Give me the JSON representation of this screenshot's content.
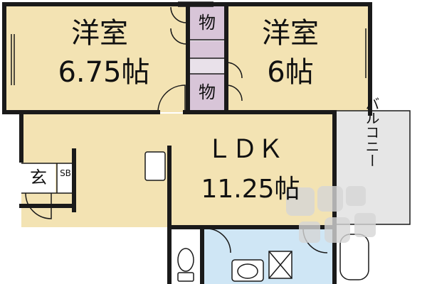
{
  "rooms": {
    "western_left": {
      "name": "洋室",
      "size": "6.75帖"
    },
    "western_right": {
      "name": "洋室",
      "size": "6帖"
    },
    "ldk": {
      "name": "ＬＤＫ",
      "size": "11.25帖"
    },
    "balcony": {
      "name": "バルコニー"
    },
    "entrance": {
      "name": "玄"
    },
    "shoe_box": {
      "name": "SB"
    },
    "closet_top": {
      "name": "物"
    },
    "closet_bottom": {
      "name": "物"
    }
  },
  "colors": {
    "room_fill": "#f3e3b3",
    "closet_fill": "#d8c5d8",
    "wet_fill": "#cfe6f5",
    "balcony_fill": "#e6e6e6",
    "wall": "#1a1a1a",
    "watermark": "#d6d6d6"
  },
  "icons": [
    "toilet-icon",
    "washbasin-icon",
    "bathtub-icon",
    "shower-drain-icon",
    "kitchen-sink-icon"
  ]
}
